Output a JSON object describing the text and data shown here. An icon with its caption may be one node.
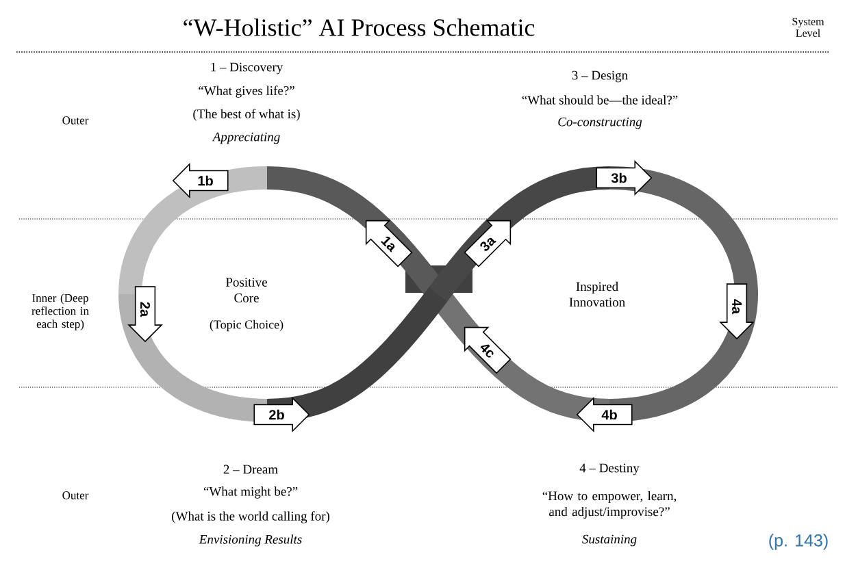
{
  "diagram": {
    "title": "“W-Holistic” AI Process Schematic",
    "nodes": [
      {
        "text": [
          "1b"
        ]
      },
      {
        "text": [
          "3b"
        ]
      },
      {
        "text": [
          "1a"
        ]
      },
      {
        "text": [
          "3a"
        ]
      },
      {
        "text": [
          "2a"
        ]
      },
      {
        "text": [
          "4a"
        ]
      },
      {
        "text": [
          "4c"
        ]
      },
      {
        "text": [
          "2b"
        ]
      },
      {
        "text": [
          "4b"
        ]
      }
    ],
    "labels": [
      "System Level",
      "Outer",
      "1 – Discovery",
      "“What gives life?”",
      "(The best of what is)",
      "Appreciating",
      "3 – Design",
      "“What should be—the ideal?”",
      "Co-constructing",
      "Inner (Deep reflection in each step)",
      "Positive Core",
      "(Topic Choice)",
      "Inspired Innovation",
      "Outer",
      "2 – Dream",
      "“What might be?”",
      "(What is the world calling for)",
      "Envisioning Results",
      "4 – Destiny",
      "“How to empower, learn, and adjust/improvise?”",
      "Sustaining",
      "(p. 143)"
    ]
  }
}
